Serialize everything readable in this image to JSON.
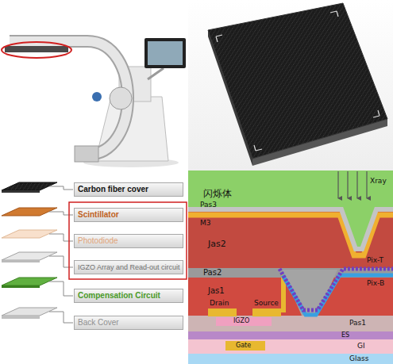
{
  "diagram": {
    "nodes": [
      {
        "text": [
          "Carbon fiber cover"
        ]
      },
      {
        "text": [
          "Scintillator"
        ]
      },
      {
        "text": [
          "Photodiode"
        ]
      },
      {
        "text": [
          "IGZO Array and Read-out circuit"
        ]
      },
      {
        "text": [
          "Compensation Circuit"
        ]
      },
      {
        "text": [
          "Back Cover"
        ]
      }
    ],
    "labels": [
      "闪烁体",
      "Pas3",
      "M3",
      "Jas2",
      "Pix-T",
      "Pas2",
      "Pix-B",
      "Jas1",
      "Drain",
      "Source",
      "IGZO",
      "Pas1",
      "ES",
      "GI",
      "Gate",
      "Glass",
      "Xray"
    ]
  }
}
